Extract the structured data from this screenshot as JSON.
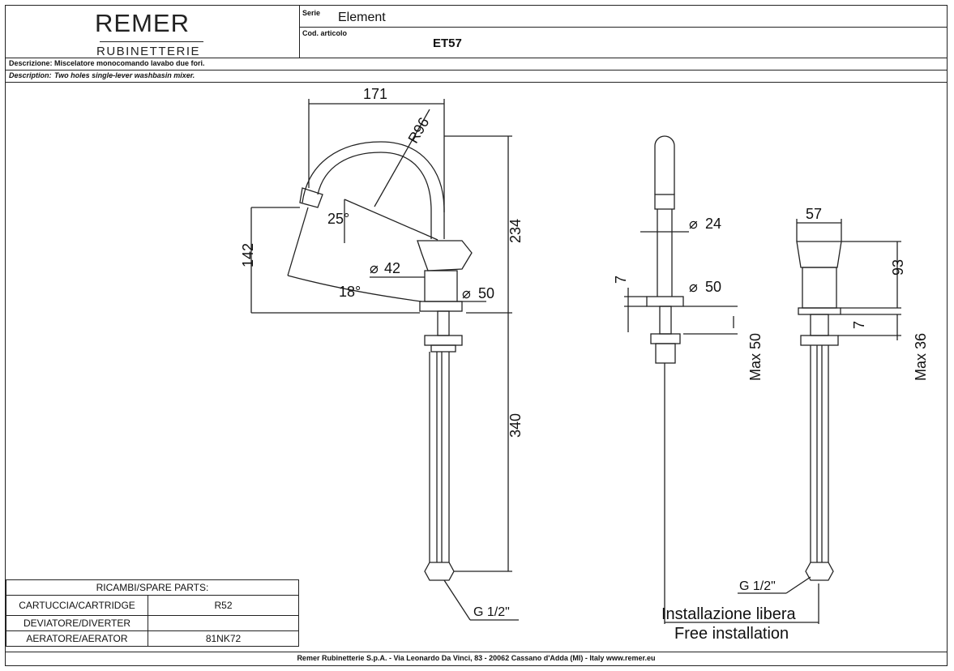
{
  "header": {
    "brand_main": "REMER",
    "brand_sub": "RUBINETTERIE",
    "serie_label": "Serie",
    "serie_value": "Element",
    "code_label": "Cod. articolo",
    "code_value": "ET57",
    "descrizione_label": "Descrizione:",
    "descrizione_value": "Miscelatore monocomando lavabo due fori.",
    "description_label": "Description:",
    "description_value": "Two holes single-lever washbasin mixer."
  },
  "dimensions": {
    "d171": "171",
    "r96": "R96",
    "a25": "25°",
    "d142": "142",
    "d234": "234",
    "dia42": "42",
    "a18": "18°",
    "dia50_side": "50",
    "d340": "340",
    "g12_side": "G 1/2\"",
    "dia24": "24",
    "d7_front": "7",
    "dia50_front": "50",
    "max50": "Max 50",
    "d57": "57",
    "d93": "93",
    "d7_right": "7",
    "max36": "Max 36",
    "g12_right": "G 1/2\""
  },
  "installation": {
    "line1": "Installazione libera",
    "line2": "Free installation"
  },
  "spares": {
    "title": "RICAMBI/SPARE PARTS:",
    "rows": [
      {
        "name": "CARTUCCIA/CARTRIDGE",
        "code": "R52"
      },
      {
        "name": "DEVIATORE/DIVERTER",
        "code": ""
      },
      {
        "name": "AERATORE/AERATOR",
        "code": "81NK72"
      }
    ]
  },
  "footer": "Remer Rubinetterie S.p.A. - Via Leonardo Da Vinci, 83 - 20062 Cassano d'Adda (MI) - Italy www.remer.eu"
}
